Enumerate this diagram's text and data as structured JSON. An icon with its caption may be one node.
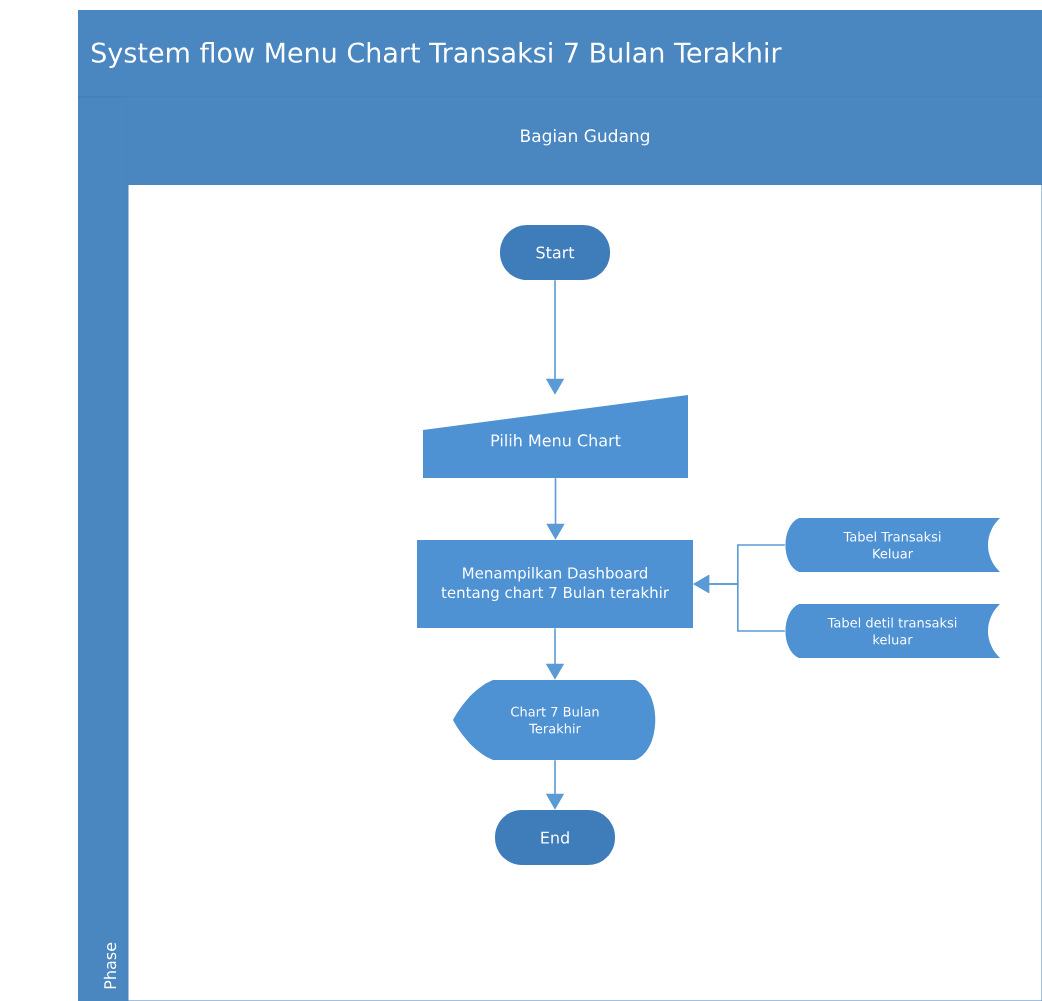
{
  "diagram": {
    "title": "System flow Menu Chart Transaksi 7 Bulan Terakhir",
    "nodes": [
      {
        "text": [
          "Bagian Gudang"
        ]
      },
      {
        "text": [
          "Start"
        ],
        "in": 0
      },
      {
        "text": [
          "Pilih Menu Chart"
        ],
        "in": 0
      },
      {
        "text": [
          "Menampilkan Dashboard tentang chart 7 Bulan terakhir"
        ],
        "in": 0
      },
      {
        "text": [
          "Tabel Transaksi Keluar"
        ],
        "in": 0
      },
      {
        "text": [
          "Tabel detil transaksi keluar"
        ],
        "in": 0
      },
      {
        "text": [
          "Chart 7 Bulan Terakhir"
        ],
        "in": 0
      },
      {
        "text": [
          "End"
        ],
        "in": 0
      }
    ],
    "edges": [
      {
        "from": 1,
        "to": 2,
        "arrow": "to"
      },
      {
        "from": 2,
        "to": 3,
        "arrow": "to"
      },
      {
        "from": 4,
        "to": 3,
        "arrow": "to"
      },
      {
        "from": 5,
        "to": 3,
        "arrow": "to"
      },
      {
        "from": 3,
        "to": 6,
        "arrow": "to"
      },
      {
        "from": 6,
        "to": 7,
        "arrow": "to"
      }
    ],
    "labels": [
      "Phase"
    ]
  }
}
